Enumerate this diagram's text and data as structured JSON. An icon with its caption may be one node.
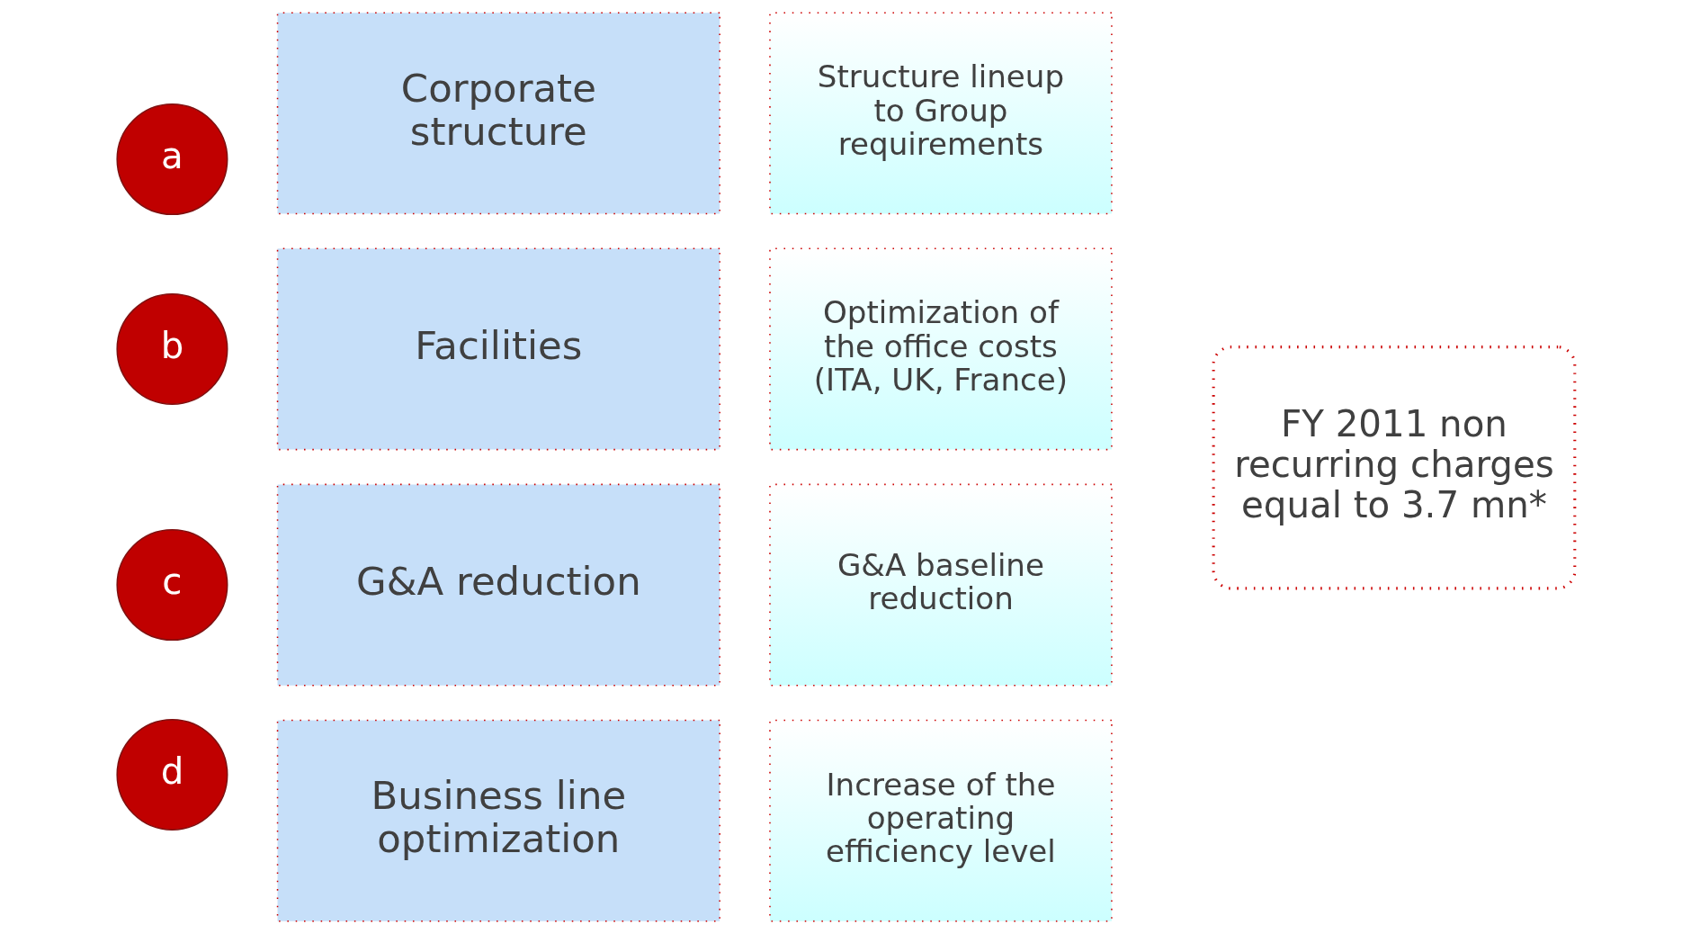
{
  "diagram": {
    "nodes": [
      {
        "text": [
          "a"
        ]
      },
      {
        "text": [
          "Corporate structure"
        ]
      },
      {
        "text": [
          "Structure lineup to Group requirements"
        ]
      },
      {
        "text": [
          "b"
        ]
      },
      {
        "text": [
          "Facilities"
        ]
      },
      {
        "text": [
          "Optimization of the office costs (ITA, UK, France)"
        ]
      },
      {
        "text": [
          "c"
        ]
      },
      {
        "text": [
          "G&A reduction"
        ]
      },
      {
        "text": [
          "G&A baseline reduction"
        ]
      },
      {
        "text": [
          "d"
        ]
      },
      {
        "text": [
          "Business line optimization"
        ]
      },
      {
        "text": [
          "Increase of the operating efficiency level"
        ]
      },
      {
        "text": [
          "FY 2011 non recurring charges equal to 3.7 mn*"
        ]
      }
    ],
    "edges": []
  }
}
